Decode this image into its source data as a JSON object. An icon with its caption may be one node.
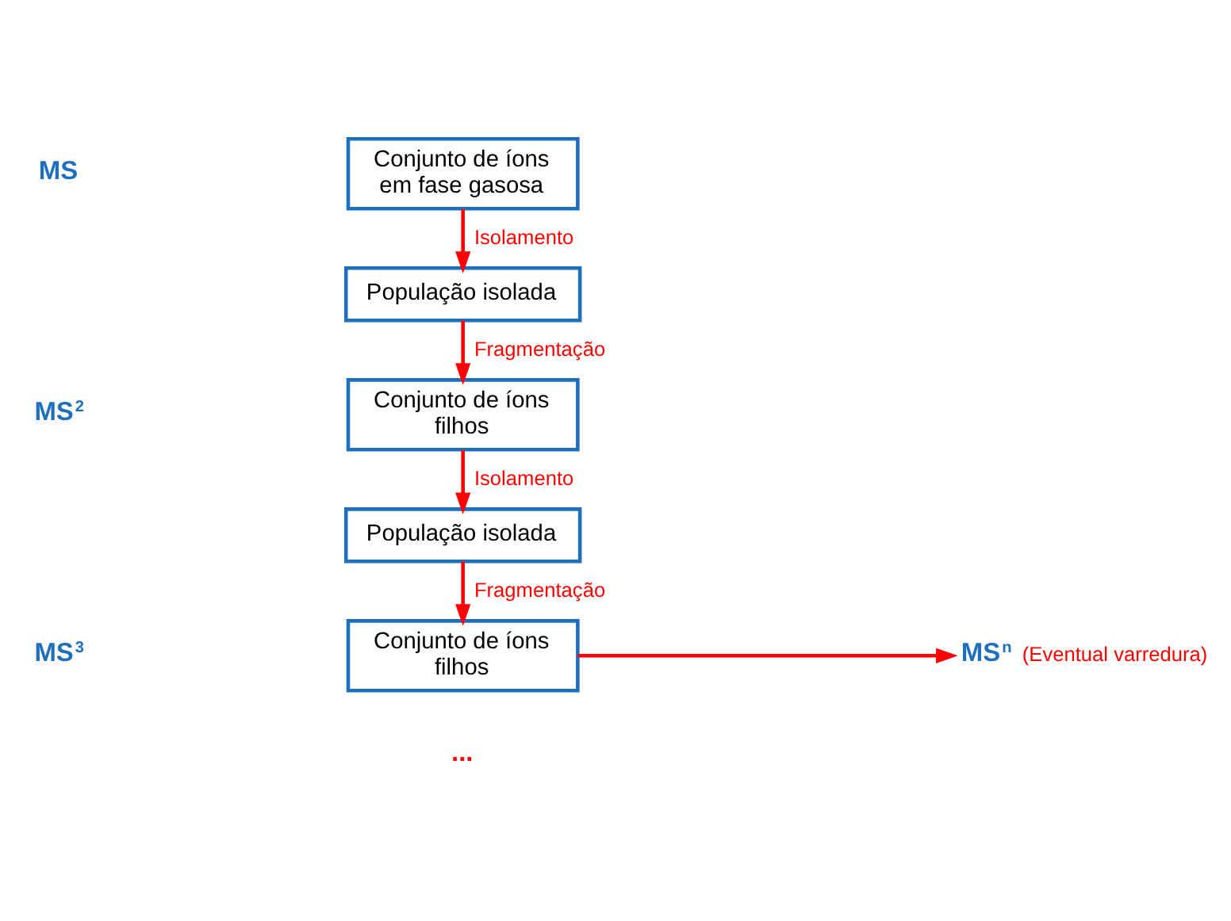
{
  "diagram": {
    "nodes": [
      {
        "text": [
          "Conjunto de íons em fase gasosa"
        ]
      },
      {
        "text": [
          "População isolada"
        ]
      },
      {
        "text": [
          "Conjunto de íons filhos"
        ]
      },
      {
        "text": [
          "População isolada"
        ]
      },
      {
        "text": [
          "Conjunto de íons filhos"
        ]
      },
      {
        "text": [
          "MS$^{n}$"
        ],
        "beside": [
          "(Eventual varredura)"
        ]
      }
    ],
    "edges": [
      {
        "from": 0,
        "to": 1,
        "arrow": "to",
        "label": "Isolamento"
      },
      {
        "from": 1,
        "to": 2,
        "arrow": "to",
        "label": "Fragmentação"
      },
      {
        "from": 2,
        "to": 3,
        "arrow": "to",
        "label": "Isolamento"
      },
      {
        "from": 3,
        "to": 4,
        "arrow": "to",
        "label": "Fragmentação"
      },
      {
        "from": 4,
        "to": 5,
        "arrow": "to"
      }
    ],
    "labels": [
      "MS",
      "MS$^{2}$",
      "MS$^{3}$",
      "..."
    ]
  }
}
